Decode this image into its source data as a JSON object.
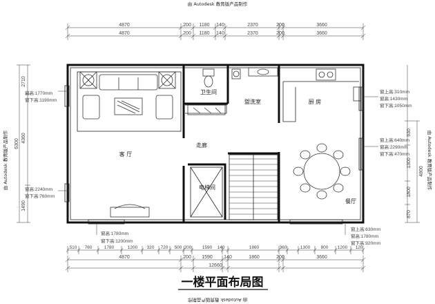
{
  "watermark": {
    "top": "由 Autodesk 教育版产品制作",
    "bottom": "由 Autodesk 教育版产品制作",
    "left": "由 Autodesk 教育版产品制作",
    "right": "由 Autodesk 教育版产品制作"
  },
  "title": "一楼平面布局图",
  "rooms": {
    "living": "客 厅",
    "corridor": "走廊",
    "bath": "卫生间",
    "laundry": "盥洗室",
    "kitchen": "厨 房",
    "elevator": "电梯间",
    "dining": "餐厅"
  },
  "dims_top": {
    "row1": [
      "4870",
      "200",
      "1180",
      "140",
      "2370",
      "200",
      "3660"
    ],
    "row2": [
      "4870",
      "200",
      "1180",
      "140",
      "2370",
      "200",
      "3660"
    ]
  },
  "dims_bottom": {
    "row1": [
      "510",
      "760",
      "1780",
      "1200",
      "320",
      "720",
      "500",
      "200",
      "1590",
      "140",
      "1860",
      "360",
      "1300",
      "800",
      "1200",
      "120"
    ],
    "row2": [
      "4870",
      "200",
      "1590",
      "140",
      "1860",
      "200",
      "3660"
    ],
    "total": "12660"
  },
  "dims_left": {
    "outer": [
      "2710",
      "4360",
      "1490"
    ],
    "total": "6300"
  },
  "dims_right": {
    "outer": [
      "930",
      "1300",
      "1800",
      "870"
    ],
    "total": "4800"
  },
  "window_notes": {
    "living_top": [
      "窗高:1770mm",
      "窗下高:1190mm"
    ],
    "living_bottom": [
      "窗高:2240mm",
      "窗下高:760mm"
    ],
    "front_left": [
      "窗高:1780mm",
      "窗下高:1200mm"
    ],
    "kitchen_right": [
      "窗上高:310mm",
      "窗高:1430mm",
      "窗下高:1050mm"
    ],
    "dining_right": [
      "窗上高:640mm",
      "窗高:2290mm",
      "窗下高:470mm"
    ],
    "dining_front": [
      "窗上高:630mm",
      "窗高:1780mm",
      "窗下高:920mm"
    ]
  }
}
